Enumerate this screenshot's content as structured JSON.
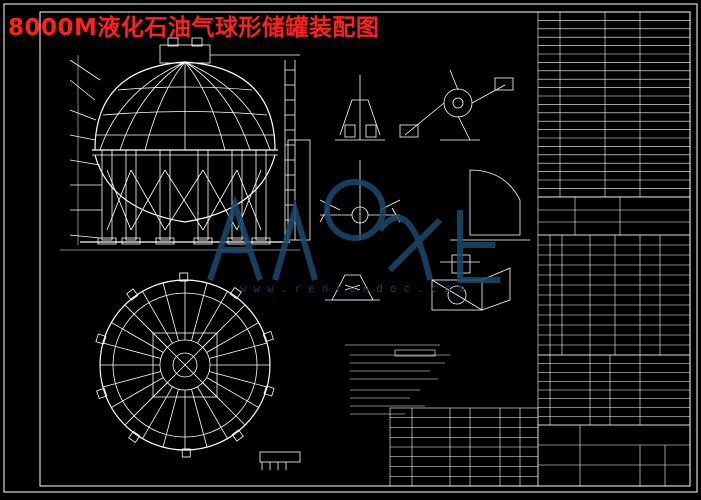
{
  "title": "8000M液化石油气球形储罐装配图",
  "watermark": {
    "text": "www.renrendoc.com",
    "logo": "人人文库"
  },
  "colors": {
    "background": "#000000",
    "title": "#ff2020",
    "line": "#ffffff",
    "watermark": "#1a4a6e"
  }
}
